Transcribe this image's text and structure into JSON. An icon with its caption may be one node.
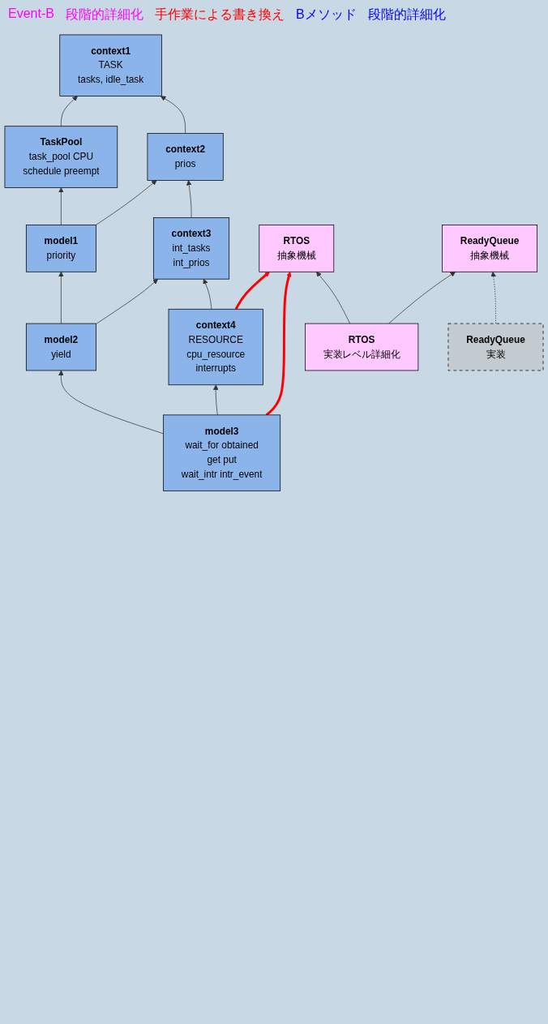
{
  "diagram": {
    "nodes": [
      {
        "text": [
          "context1",
          "TASK",
          "tasks, idle_task"
        ]
      },
      {
        "text": [
          "TaskPool",
          "task_pool CPU",
          "schedule preempt"
        ]
      },
      {
        "text": [
          "context2",
          "prios"
        ]
      },
      {
        "text": [
          "model1",
          "priority"
        ]
      },
      {
        "text": [
          "context3",
          "int_tasks",
          "int_prios"
        ]
      },
      {
        "text": [
          "model2",
          "yield"
        ]
      },
      {
        "text": [
          "context4",
          "RESOURCE",
          "cpu_resource",
          "interrupts"
        ]
      },
      {
        "text": [
          "model3",
          "wait_for obtained",
          "get put",
          "wait_intr intr_event"
        ]
      },
      {
        "text": [
          "RTOS",
          "抽象機械"
        ]
      },
      {
        "text": [
          "ReadyQueue",
          "抽象機械"
        ]
      },
      {
        "text": [
          "RTOS",
          "実装レベル詳細化"
        ]
      },
      {
        "text": [
          "ReadyQueue",
          "実装"
        ]
      }
    ],
    "edges": [
      {
        "from": 1,
        "to": 0,
        "arrow": "to"
      },
      {
        "from": 2,
        "to": 0,
        "arrow": "to"
      },
      {
        "from": 3,
        "to": 1,
        "arrow": "to"
      },
      {
        "from": 3,
        "to": 2,
        "arrow": "to"
      },
      {
        "from": 4,
        "to": 2,
        "arrow": "to"
      },
      {
        "from": 5,
        "to": 3,
        "arrow": "to"
      },
      {
        "from": 5,
        "to": 4,
        "arrow": "to"
      },
      {
        "from": 6,
        "to": 4,
        "arrow": "to"
      },
      {
        "from": 7,
        "to": 5,
        "arrow": "to"
      },
      {
        "from": 7,
        "to": 6,
        "arrow": "to"
      },
      {
        "from": 6,
        "to": 8,
        "arrow": "to",
        "style": "thick",
        "color": "#ff0000"
      },
      {
        "from": 7,
        "to": 8,
        "arrow": "to",
        "style": "thick",
        "color": "#ff0000"
      },
      {
        "from": 10,
        "to": 8,
        "arrow": "to"
      },
      {
        "from": 10,
        "to": 9,
        "arrow": "to"
      },
      {
        "from": 11,
        "to": 9,
        "arrow": "to",
        "style": "dashed"
      }
    ],
    "labels": [
      "Event-B",
      "段階的詳細化",
      "手作業による書き換え",
      "Bメソッド",
      "段階的詳細化"
    ]
  }
}
